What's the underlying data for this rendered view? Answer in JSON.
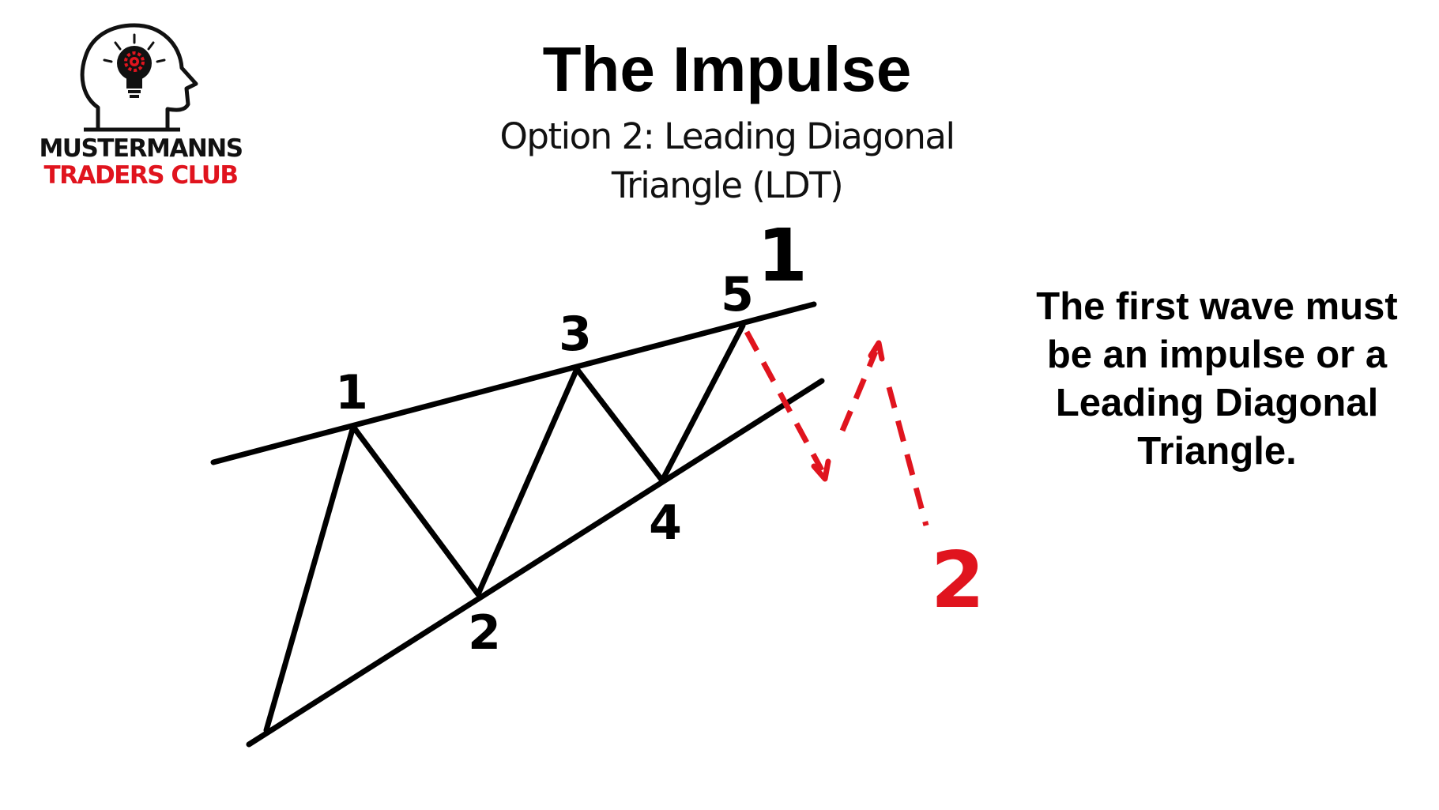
{
  "brand": {
    "name_line1": "MUSTERMANNS",
    "name_line2": "TRADERS CLUB",
    "logo_icon": "head-lightbulb-icon",
    "accent_color": "#e0141e"
  },
  "title": "The Impulse",
  "subtitle": "Option 2: Leading Diagonal Triangle (LDT)",
  "diagram": {
    "wave_labels": [
      "1",
      "2",
      "3",
      "4",
      "5"
    ],
    "major_wave_label": "1",
    "next_wave_label": "2",
    "line_color": "#000000",
    "projection_color": "#e0141e"
  },
  "description": "The first wave must be an impulse or a Leading Diagonal Triangle."
}
